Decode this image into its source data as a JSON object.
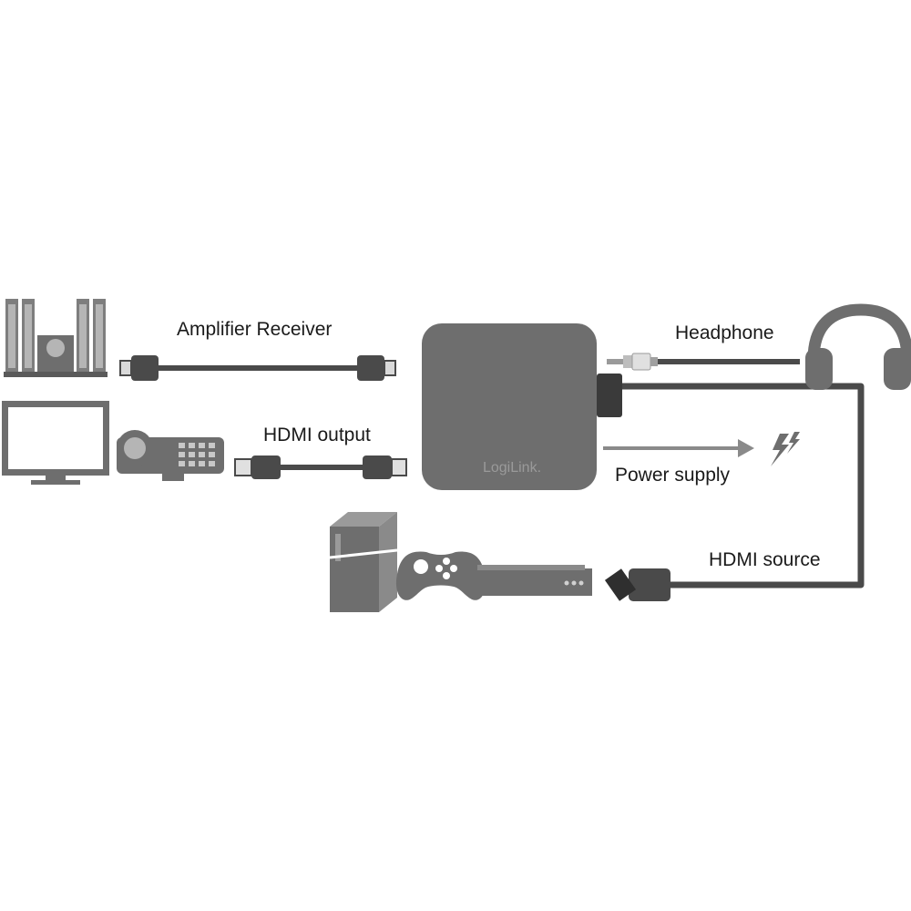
{
  "labels": {
    "amplifier": "Amplifier Receiver",
    "hdmi_output": "HDMI output",
    "headphone": "Headphone",
    "power_supply": "Power supply",
    "hdmi_source": "HDMI source"
  },
  "device": {
    "brand": "LogiLink."
  },
  "icons": [
    "speaker-system-icon",
    "tv-monitor-icon",
    "projector-icon",
    "headphones-icon",
    "lightning-icon",
    "game-console-icon",
    "gamepad-icon",
    "set-top-box-icon"
  ],
  "colors": {
    "device": "#6e6e6e",
    "cable": "#4a4a4a",
    "arrow": "#8a8a8a",
    "icon_light": "#b5b5b5",
    "icon_dark": "#5a5a5a"
  }
}
